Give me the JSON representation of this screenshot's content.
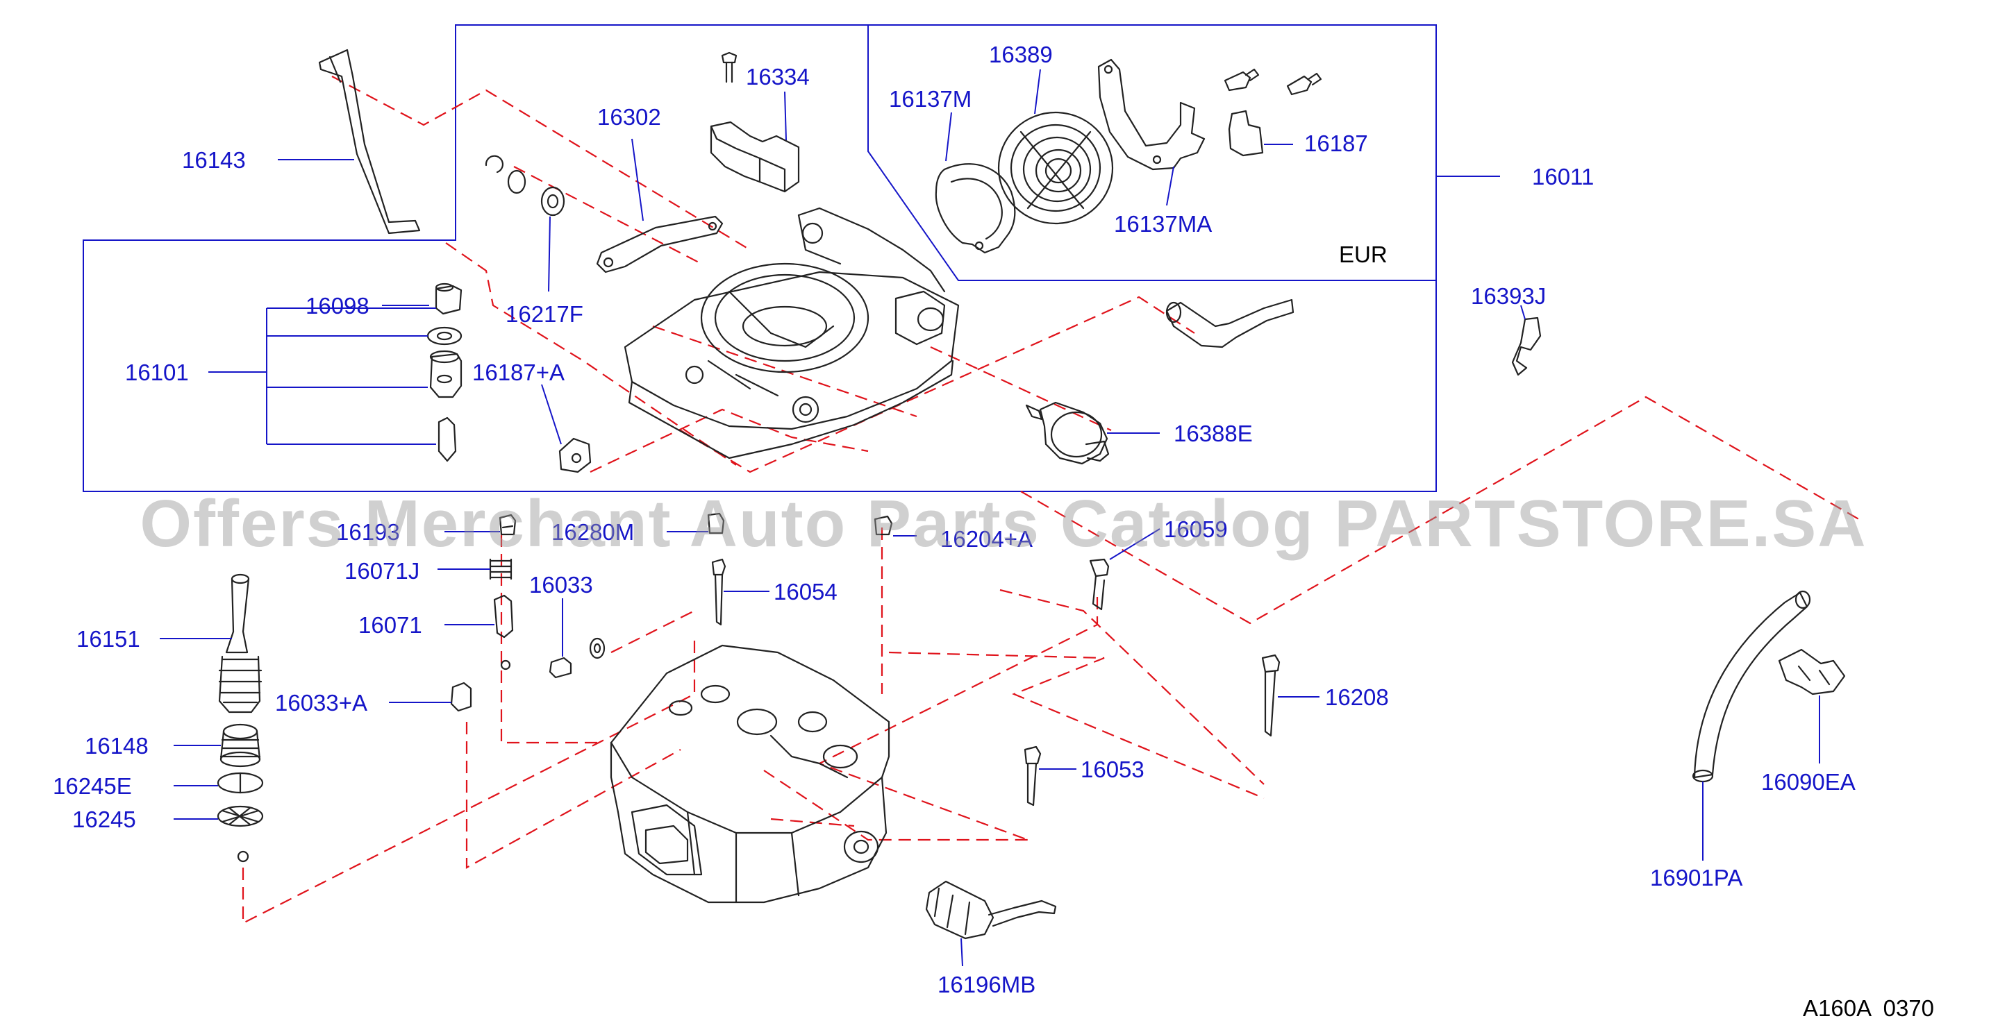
{
  "diagram": {
    "colors": {
      "label": "#1515c8",
      "leader": "#1515c8",
      "frame": "#1515c8",
      "dash": "#e0131b",
      "part": "#222222",
      "code": "#000000"
    },
    "frame_label": "EUR",
    "drawing_code": "A160A  0370",
    "watermark": "Offers Merchant Auto Parts Catalog PARTSTORE.SA",
    "labels": [
      {
        "id": "16143",
        "text": "16143"
      },
      {
        "id": "16302",
        "text": "16302"
      },
      {
        "id": "16334",
        "text": "16334"
      },
      {
        "id": "16137M",
        "text": "16137M"
      },
      {
        "id": "16389",
        "text": "16389"
      },
      {
        "id": "16187",
        "text": "16187"
      },
      {
        "id": "16011",
        "text": "16011"
      },
      {
        "id": "16137MA",
        "text": "16137MA"
      },
      {
        "id": "16098",
        "text": "16098"
      },
      {
        "id": "16217F",
        "text": "16217F"
      },
      {
        "id": "16101",
        "text": "16101"
      },
      {
        "id": "16187A",
        "text": "16187+A"
      },
      {
        "id": "16393J",
        "text": "16393J"
      },
      {
        "id": "16388E",
        "text": "16388E"
      },
      {
        "id": "16193",
        "text": "16193"
      },
      {
        "id": "16280M",
        "text": "16280M"
      },
      {
        "id": "16204A",
        "text": "16204+A"
      },
      {
        "id": "16059",
        "text": "16059"
      },
      {
        "id": "16071J",
        "text": "16071J"
      },
      {
        "id": "16033",
        "text": "16033"
      },
      {
        "id": "16054",
        "text": "16054"
      },
      {
        "id": "16151",
        "text": "16151"
      },
      {
        "id": "16071",
        "text": "16071"
      },
      {
        "id": "16208",
        "text": "16208"
      },
      {
        "id": "16033A",
        "text": "16033+A"
      },
      {
        "id": "16148",
        "text": "16148"
      },
      {
        "id": "16053",
        "text": "16053"
      },
      {
        "id": "16090EA",
        "text": "16090EA"
      },
      {
        "id": "16245E",
        "text": "16245E"
      },
      {
        "id": "16245",
        "text": "16245"
      },
      {
        "id": "16901PA",
        "text": "16901PA"
      },
      {
        "id": "16196MB",
        "text": "16196MB"
      }
    ]
  }
}
